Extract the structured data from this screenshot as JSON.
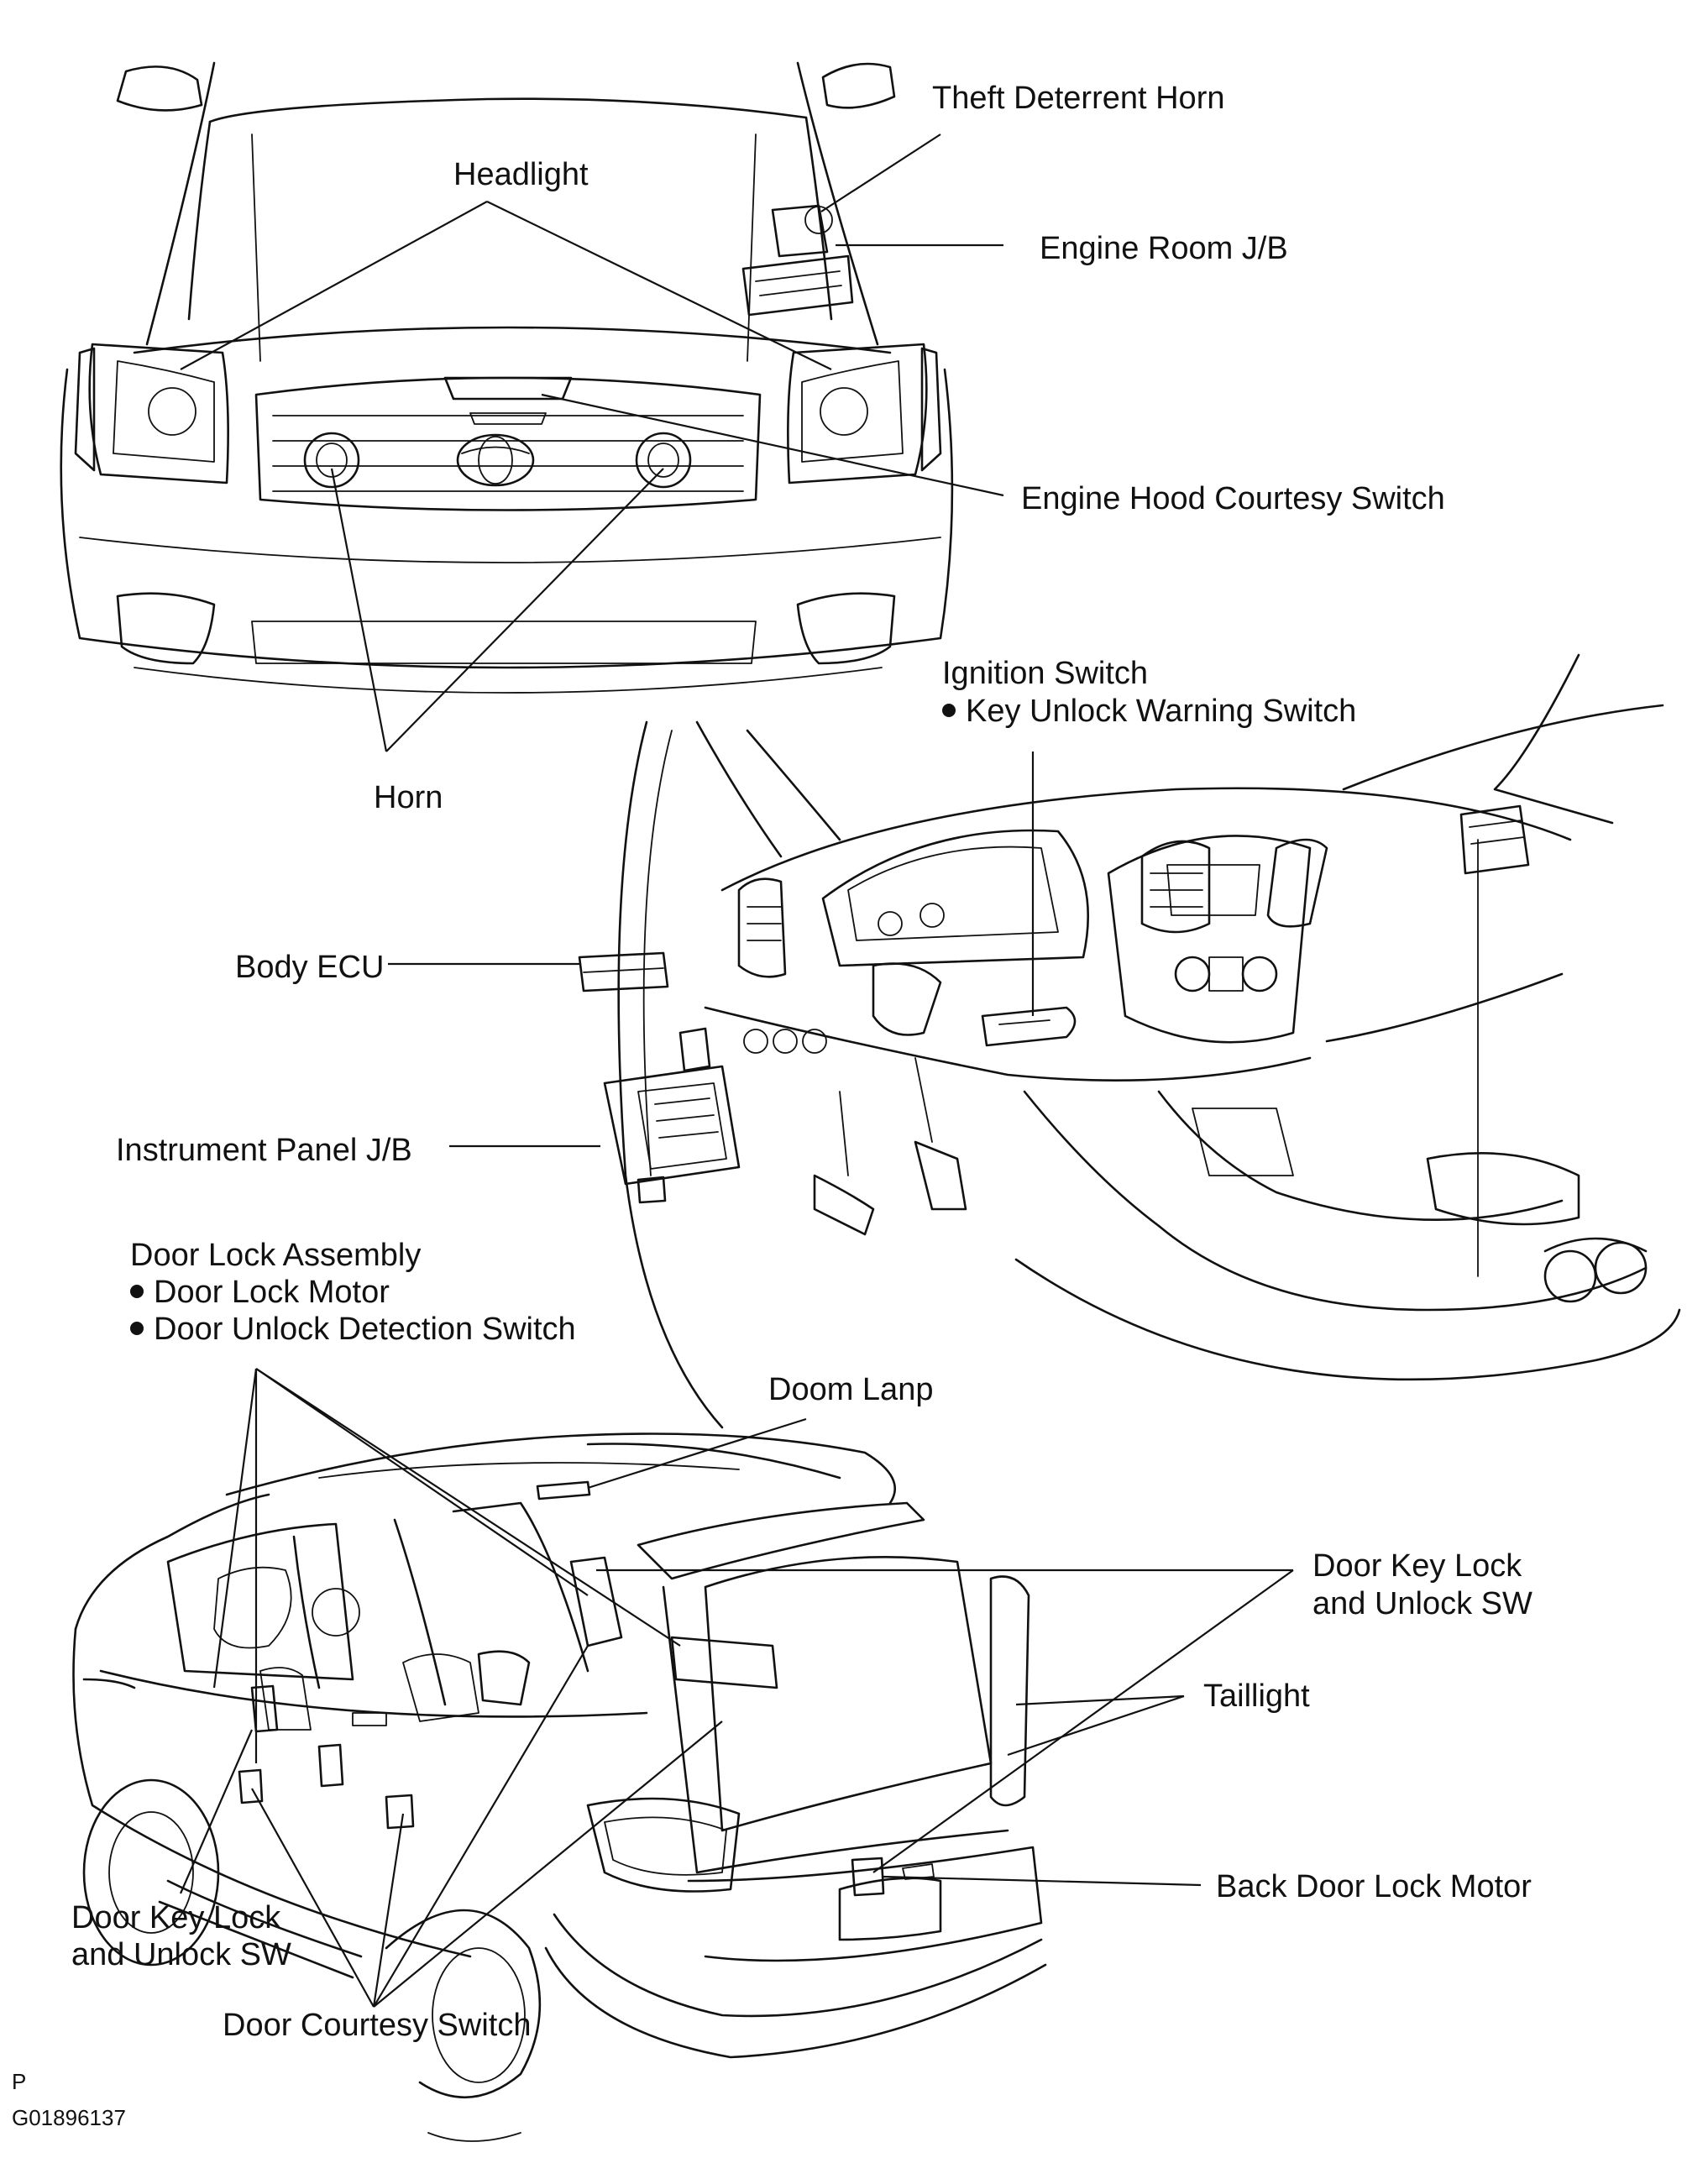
{
  "labels": {
    "theft_horn": "Theft Deterrent Horn",
    "headlight": "Headlight",
    "engine_jb": "Engine Room J/B",
    "hood_switch": "Engine Hood Courtesy Switch",
    "horn": "Horn",
    "ignition_switch": "Ignition Switch",
    "key_unlock_warning": "Key Unlock Warning Switch",
    "body_ecu": "Body ECU",
    "instrument_jb": "Instrument Panel J/B",
    "door_lock_assembly": "Door Lock Assembly",
    "door_lock_motor": "Door Lock Motor",
    "door_unlock_detection": "Door Unlock Detection Switch",
    "doom_lamp": "Doom Lanp",
    "door_key_lock_right_1": "Door Key Lock",
    "door_key_lock_right_2": "and Unlock SW",
    "taillight": "Taillight",
    "back_door_motor": "Back Door Lock Motor",
    "door_key_lock_left_1": "Door Key Lock",
    "door_key_lock_left_2": "and Unlock SW",
    "door_courtesy": "Door Courtesy Switch"
  },
  "footer": {
    "page_letter": "P",
    "figure_code": "G01896137"
  }
}
